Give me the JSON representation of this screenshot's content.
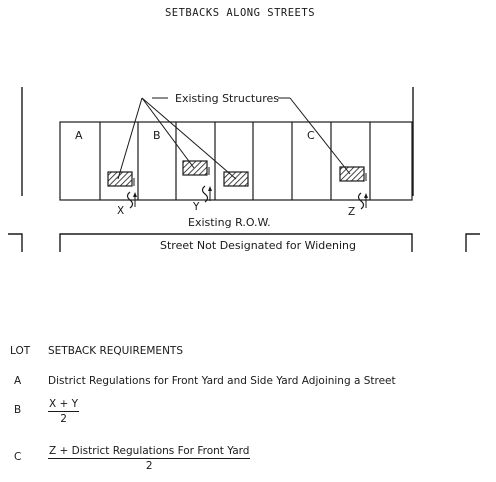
{
  "title": "SETBACKS ALONG STREETS",
  "diagram": {
    "existing_structures_label": "Existing Structures",
    "row_label": "Existing R.O.W.",
    "street_label": "Street Not Designated for Widening",
    "lot_labels": [
      "A",
      "B",
      "C"
    ],
    "setback_markers": [
      "X",
      "Y",
      "Z"
    ]
  },
  "table": {
    "col_lot": "LOT",
    "col_requirements": "SETBACK REQUIREMENTS",
    "rows": [
      {
        "lot": "A",
        "text": "District Regulations for Front Yard and Side Yard Adjoining a Street"
      },
      {
        "lot": "B",
        "numerator": "X + Y",
        "denominator": "2"
      },
      {
        "lot": "C",
        "numerator": "Z + District Regulations For Front Yard",
        "denominator": "2"
      }
    ]
  }
}
